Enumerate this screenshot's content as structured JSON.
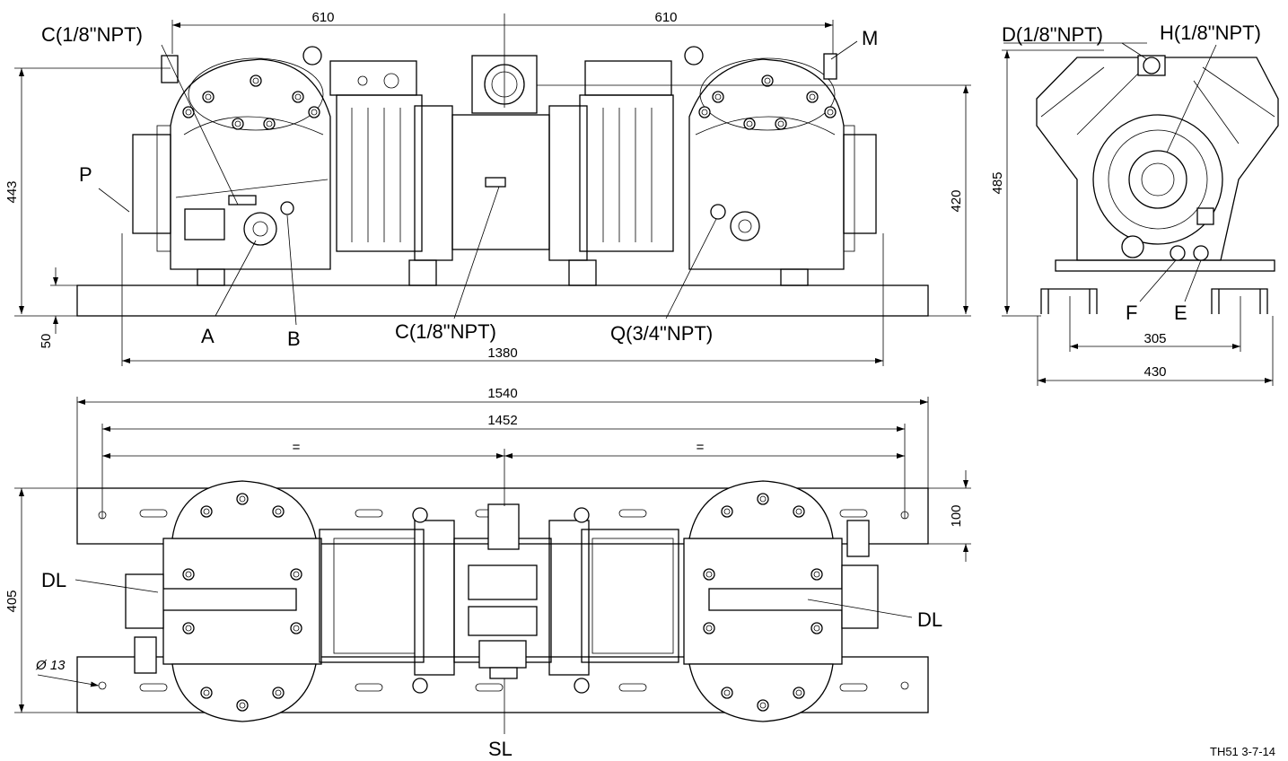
{
  "callouts": {
    "c_top": "C(1/8\"NPT)",
    "m": "M",
    "p": "P",
    "a": "A",
    "b": "B",
    "c_bottom": "C(1/8\"NPT)",
    "q": "Q(3/4\"NPT)",
    "d": "D(1/8\"NPT)",
    "h": "H(1/8\"NPT)",
    "f": "F",
    "e": "E",
    "dl_left": "DL",
    "dl_right": "DL",
    "sl": "SL",
    "hole_dia": "Ø 13"
  },
  "dimensions": {
    "top_left_610": "610",
    "top_right_610": "610",
    "height_443": "443",
    "height_420": "420",
    "base_50": "50",
    "length_1380": "1380",
    "end_height_485": "485",
    "end_width_305": "305",
    "end_width_430": "430",
    "plan_1540": "1540",
    "plan_1452": "1452",
    "plan_eq_left": "=",
    "plan_eq_right": "=",
    "plan_100": "100",
    "plan_405": "405"
  },
  "reference": "TH51 3-7-14"
}
